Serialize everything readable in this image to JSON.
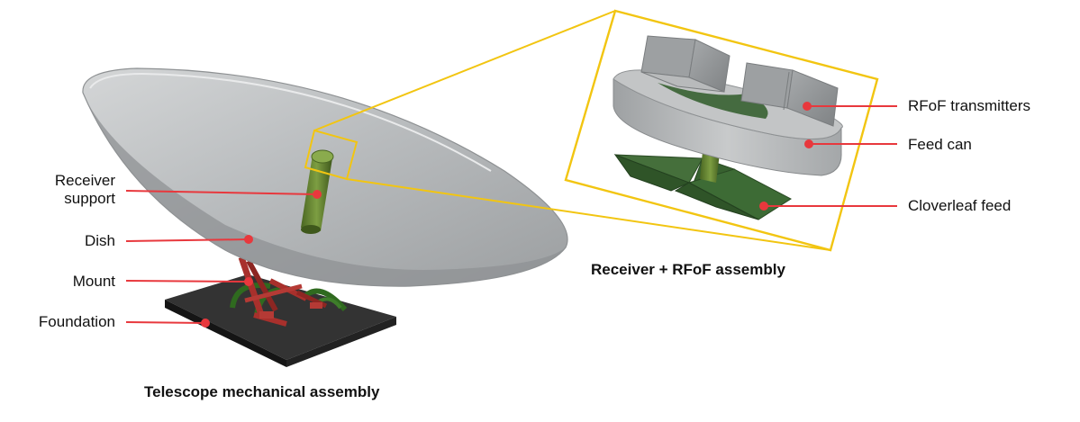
{
  "colors": {
    "callout_line": "#e8383d",
    "zoom_frame": "#f2c511",
    "dish": "#a9acae",
    "foundation": "#2a2a2a",
    "support_green": "#5e7d2e",
    "feed_green": "#3d6b35",
    "mount_red": "#a8302c"
  },
  "left_labels": {
    "receiver_support": "Receiver\nsupport",
    "dish": "Dish",
    "mount": "Mount",
    "foundation": "Foundation"
  },
  "right_labels": {
    "rfof_transmitters": "RFoF transmitters",
    "feed_can": "Feed can",
    "cloverleaf_feed": "Cloverleaf feed"
  },
  "captions": {
    "telescope": "Telescope mechanical assembly",
    "receiver": "Receiver + RFoF assembly"
  }
}
